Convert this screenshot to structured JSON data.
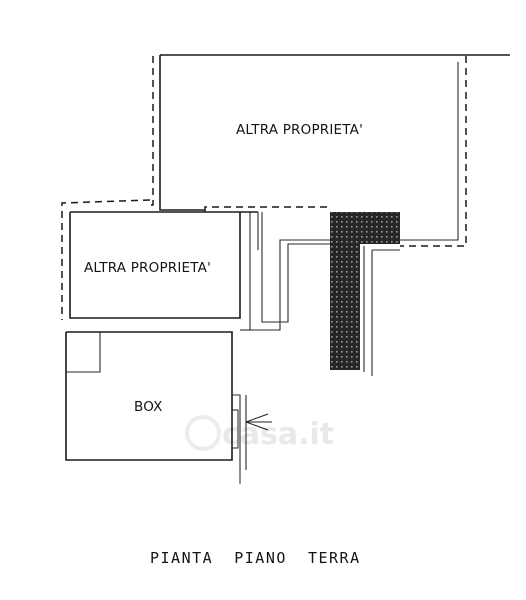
{
  "plan": {
    "rooms": {
      "upper_right": "ALTRA PROPRIETA'",
      "middle_left": "ALTRA PROPRIETA'",
      "box": "BOX"
    },
    "title": "PIANTA  PIANO  TERRA",
    "watermark": "casa.it"
  }
}
